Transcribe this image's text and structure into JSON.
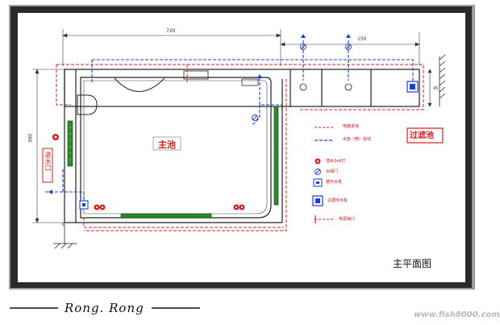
{
  "title": "主平面图",
  "pool_label": "主池",
  "filter_label": "过滤池",
  "inlet_label": "进水口",
  "dimensions": {
    "top": "720",
    "right": "150",
    "left": "380",
    "small": "45"
  },
  "legend": [
    {
      "label": "电路走线",
      "icon": "red-dashed-line",
      "color": "#e01818"
    },
    {
      "label": "水管（筒）走线",
      "icon": "blue-dashed-line",
      "color": "#1a3fd6"
    },
    {
      "label": "潜水1ed灯",
      "icon": "red-light-icon",
      "color": "#e01818"
    },
    {
      "label": "水阀门",
      "icon": "valve-icon",
      "color": "#1a3fd6"
    },
    {
      "label": "循环水泵",
      "icon": "circulation-pump-icon",
      "color": "#1a3fd6"
    },
    {
      "label": "主循环水泵",
      "icon": "main-pump-icon",
      "color": "#1a3fd6"
    },
    {
      "label": "电源接口",
      "icon": "power-socket-icon",
      "color": "#e01818"
    }
  ],
  "signature": "Rong. Rong",
  "watermark": "www.fish8000.com"
}
